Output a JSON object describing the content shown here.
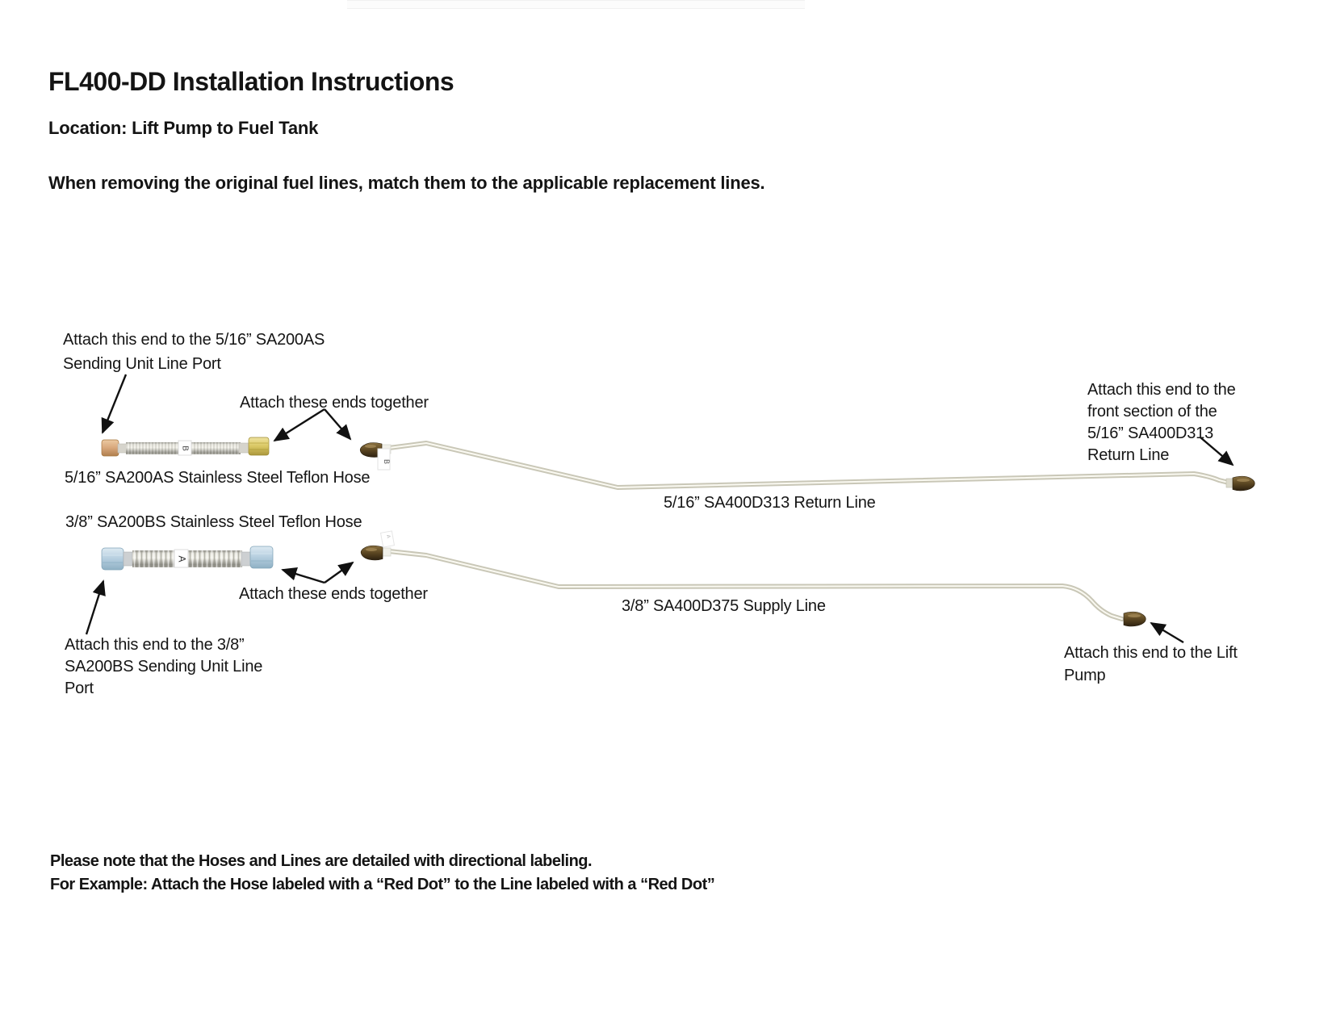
{
  "page": {
    "title": "FL400-DD Installation Instructions",
    "location_line": "Location: Lift Pump to Fuel Tank",
    "intro_line": "When removing the original fuel lines, match them to the applicable replacement lines.",
    "note_line1": "Please note that the Hoses and Lines are detailed with directional labeling.",
    "note_line2": "For Example: Attach the Hose labeled with a “Red Dot” to the Line labeled with a “Red Dot”"
  },
  "diagram": {
    "annotations": {
      "sending_unit_5_16_line1": "Attach this end to the 5/16” SA200AS",
      "sending_unit_5_16_line2": "Sending Unit Line Port",
      "attach_together_top": "Attach these ends together",
      "hose_5_16_label": "5/16” SA200AS Stainless Steel Teflon Hose",
      "return_line_label": "5/16” SA400D313 Return Line",
      "return_front_line1": "Attach this end to the",
      "return_front_line2": "front section of the",
      "return_front_line3": "5/16” SA400D313",
      "return_front_line4": "Return Line",
      "hose_3_8_label": "3/8” SA200BS Stainless Steel Teflon Hose",
      "attach_together_bottom": "Attach these ends together",
      "supply_line_label": "3/8” SA400D375 Supply Line",
      "sending_unit_3_8_line1": "Attach this end to the 3/8”",
      "sending_unit_3_8_line2": "SA200BS Sending Unit Line",
      "sending_unit_3_8_line3": "Port",
      "lift_pump_line1": "Attach this end to the Lift",
      "lift_pump_line2": "Pump"
    },
    "tags": {
      "hose_5_16_tag": "B",
      "return_line_tag": "B",
      "hose_3_8_tag": "A",
      "supply_line_tag": "A"
    }
  },
  "colors": {
    "text": "#141414",
    "tube_edge": "#c9c7b7",
    "tube_highlight": "#faf9f1",
    "brass_dark": "#5c4722",
    "brass_gold": "#d9c763",
    "fitting_tan": "#d8a77b",
    "fitting_blue": "#b5cedf",
    "arrow": "#111111"
  }
}
